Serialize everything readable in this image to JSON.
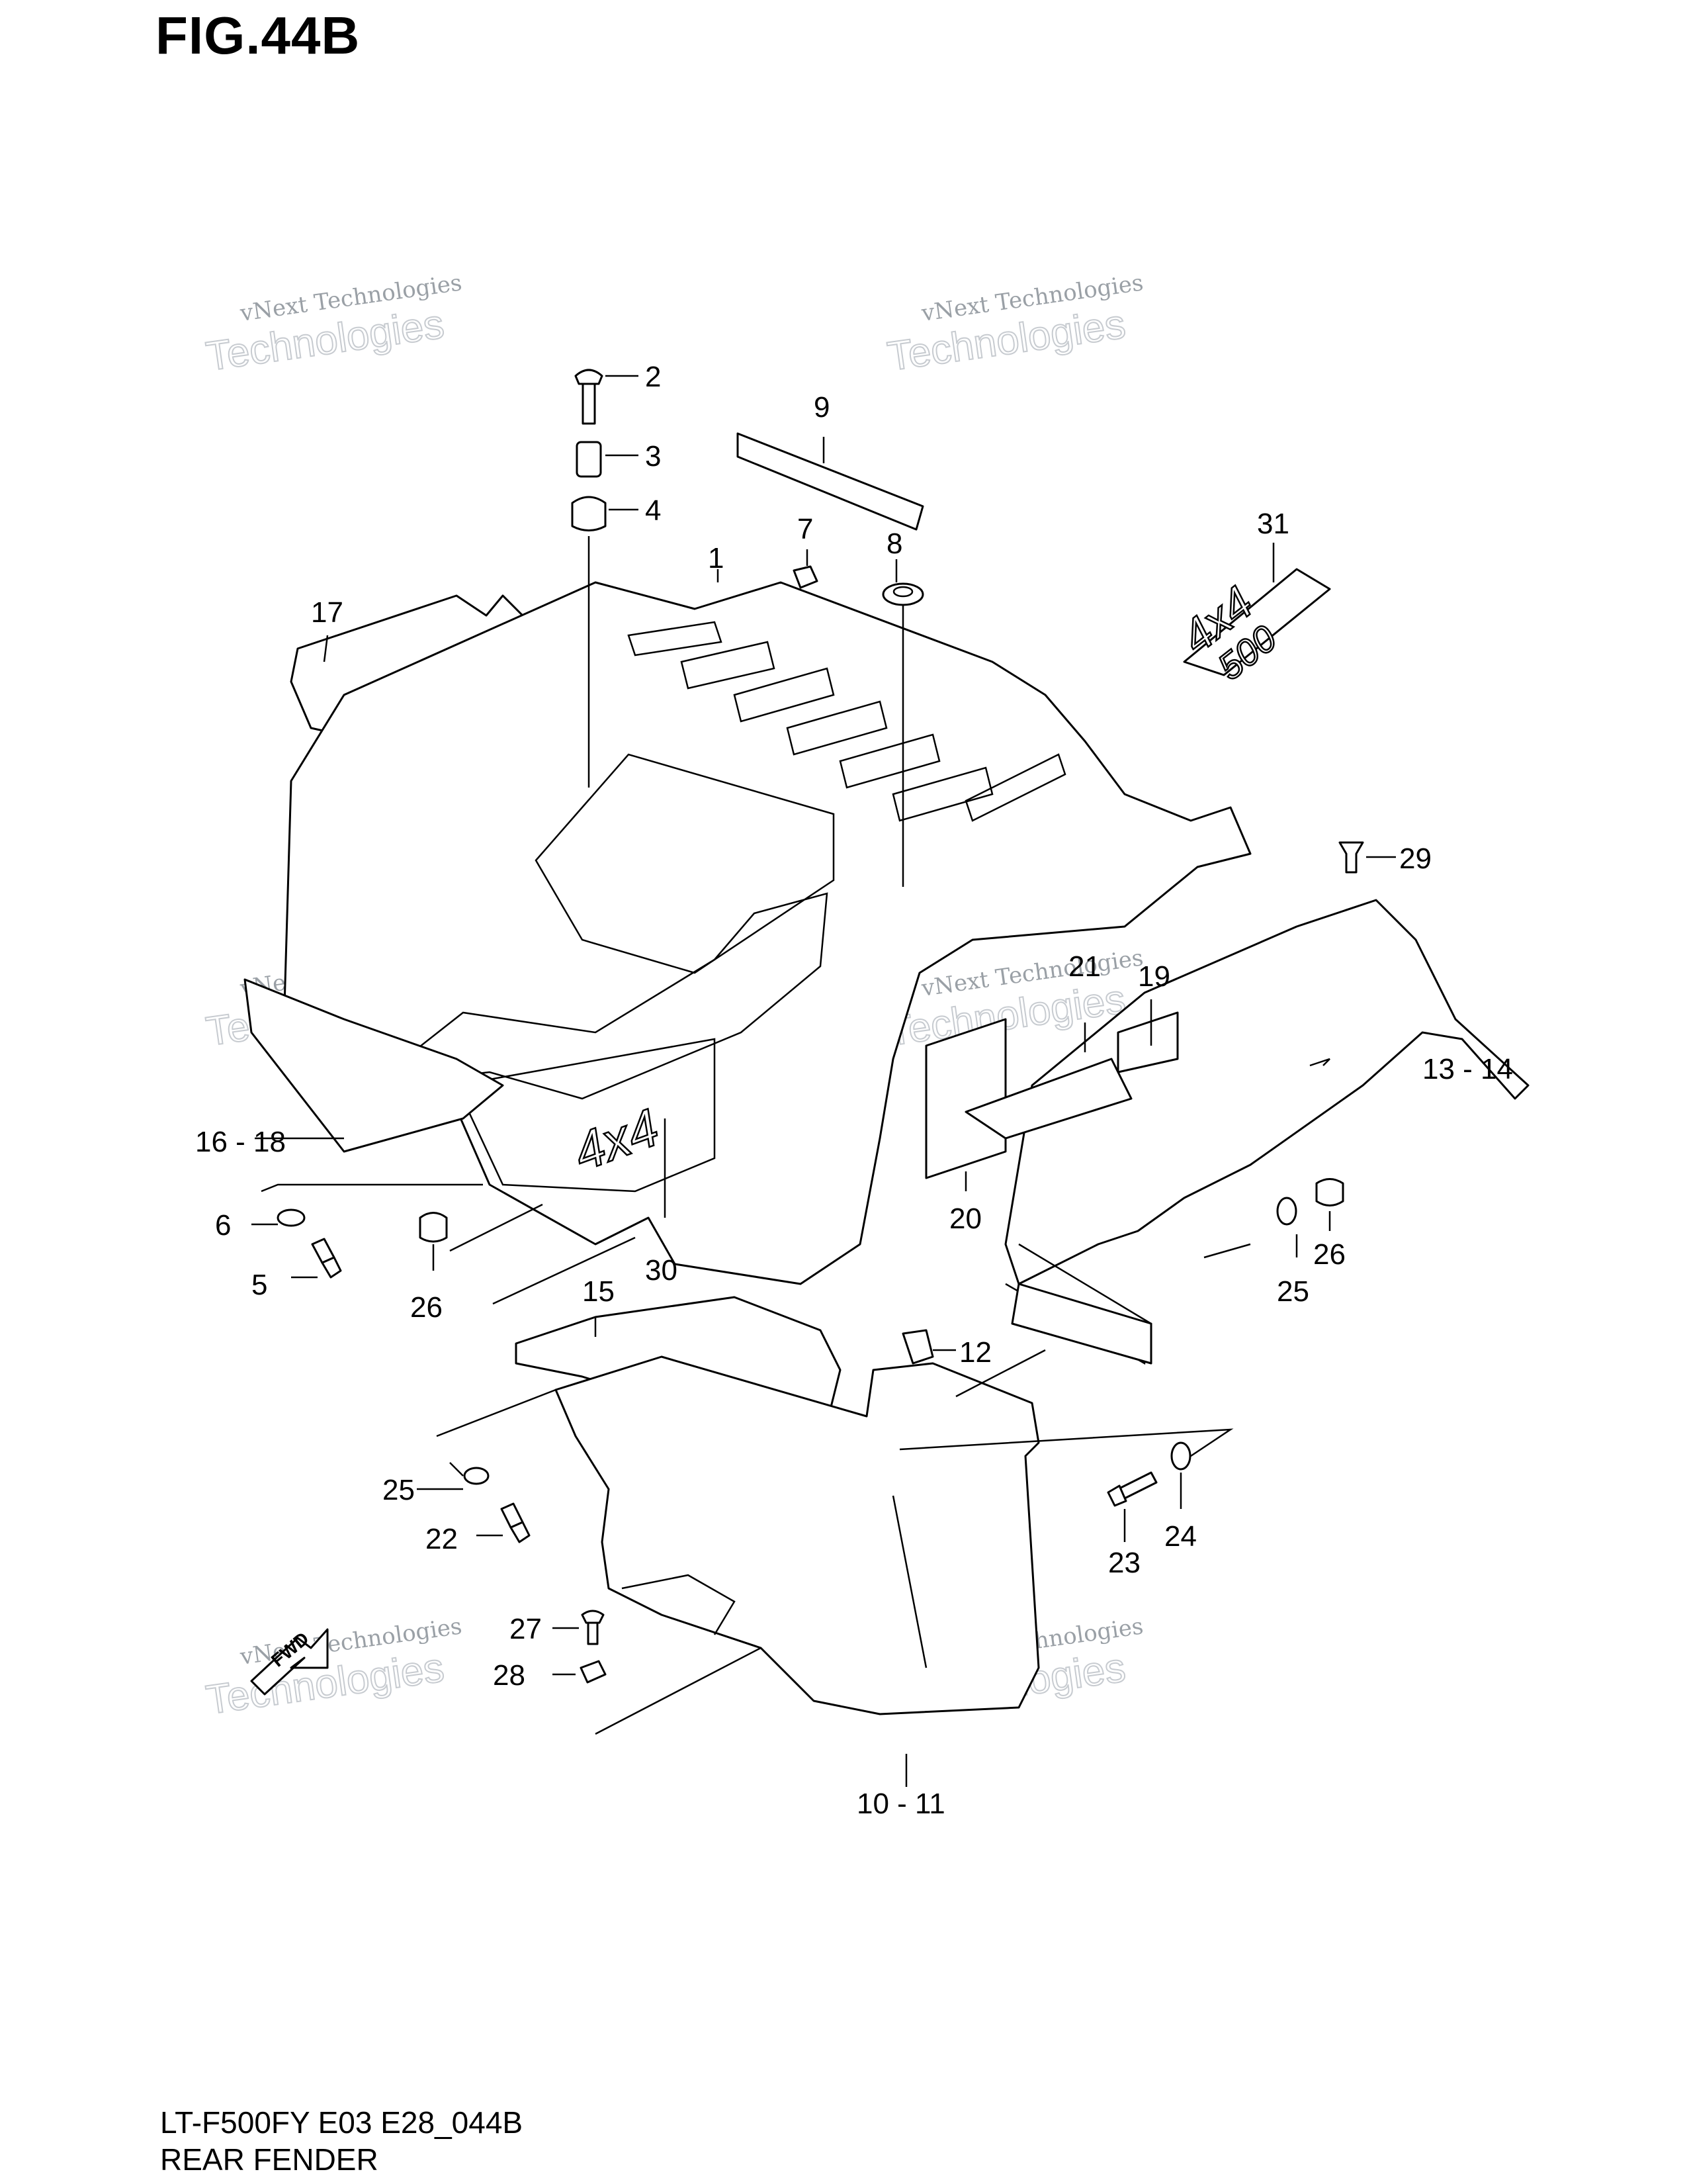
{
  "figure": {
    "title": "FIG.44B",
    "model_code": "LT-F500FY E03 E28_044B",
    "assembly_name": "REAR FENDER"
  },
  "watermark": {
    "line1": "vNext Technologies",
    "line2": "Technologies",
    "overlay": "vNext"
  },
  "emblem_text": {
    "top": "4x4",
    "bottom": "500"
  },
  "fender_mark": "4x4",
  "fwd_label": "FWD",
  "callouts": {
    "c1": "1",
    "c2": "2",
    "c3": "3",
    "c4": "4",
    "c5": "5",
    "c6": "6",
    "c7": "7",
    "c8": "8",
    "c9": "9",
    "c10_11": "10 - 11",
    "c12": "12",
    "c13_14": "13 - 14",
    "c15": "15",
    "c16_18": "16 - 18",
    "c17": "17",
    "c19": "19",
    "c20": "20",
    "c21": "21",
    "c22": "22",
    "c23": "23",
    "c24": "24",
    "c25a": "25",
    "c25b": "25",
    "c26a": "26",
    "c26b": "26",
    "c27": "27",
    "c28": "28",
    "c29": "29",
    "c30": "30",
    "c31": "31"
  }
}
